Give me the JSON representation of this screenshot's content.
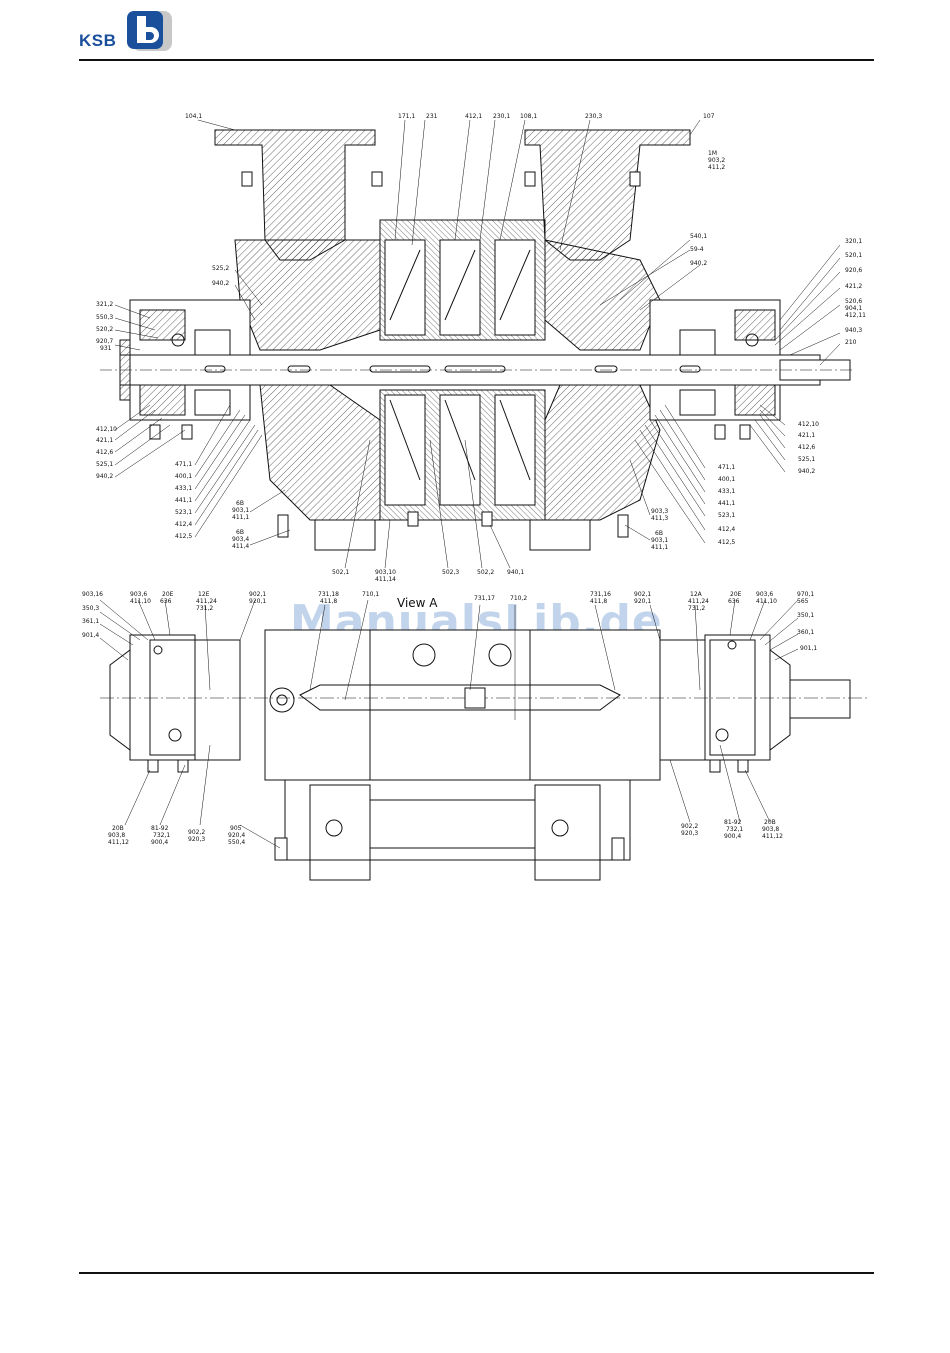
{
  "header": {
    "logo_text": "KSB",
    "logo_mark": "b",
    "brand_color": "#1a4f9c"
  },
  "watermark": "ManualsLib.de",
  "section_drawing": {
    "labels": {
      "top": [
        "104,1",
        "171,1",
        "231",
        "412,1",
        "230,1",
        "108,1",
        "230,3",
        "107",
        "1M",
        "903,2",
        "411,2"
      ],
      "left": [
        "525,2",
        "940,2",
        "321,2",
        "550,3",
        "520,2",
        "920,7",
        "931",
        "412,10",
        "421,1",
        "412,6",
        "525,1",
        "940,2",
        "471,1",
        "400,1",
        "433,1",
        "441,1",
        "523,1",
        "412,4",
        "412,5",
        "6B",
        "903,1",
        "411,1",
        "6B",
        "903,4",
        "411,4"
      ],
      "right": [
        "540,1",
        "59-4",
        "940,2",
        "320,1",
        "520,1",
        "920,6",
        "421,2",
        "520,6",
        "904,1",
        "412,11",
        "940,3",
        "210",
        "412,10",
        "421,1",
        "412,6",
        "525,1",
        "940,2",
        "471,1",
        "400,1",
        "433,1",
        "441,1",
        "523,1",
        "412,4",
        "412,5",
        "903,3",
        "411,3",
        "6B",
        "903,1",
        "411,1"
      ],
      "bottom": [
        "502,1",
        "903,10",
        "411,14",
        "502,3",
        "502,2",
        "940,1"
      ]
    }
  },
  "view_drawing": {
    "title": "View A",
    "labels": {
      "top_left": [
        "903,16",
        "903,6",
        "411,10",
        "20E",
        "636",
        "350,3",
        "361,1",
        "901,4",
        "12E",
        "411,24",
        "731,2",
        "902,1",
        "920,1",
        "731,18",
        "411,8",
        "710,1",
        "731,17",
        "710,2",
        "731,16",
        "411,8",
        "902,1",
        "920,1",
        "12A",
        "411,24",
        "731,2",
        "20E",
        "636",
        "903,6",
        "411,10",
        "970,1",
        "565",
        "350,1",
        "360,1",
        "901,1"
      ],
      "bottom": [
        "20B",
        "903,8",
        "411,12",
        "81-92",
        "732,1",
        "900,4",
        "902,2",
        "920,3",
        "905",
        "920,4",
        "550,4",
        "902,2",
        "920,3",
        "81-92",
        "732,1",
        "900,4",
        "20B",
        "903,8",
        "411,12"
      ]
    }
  }
}
